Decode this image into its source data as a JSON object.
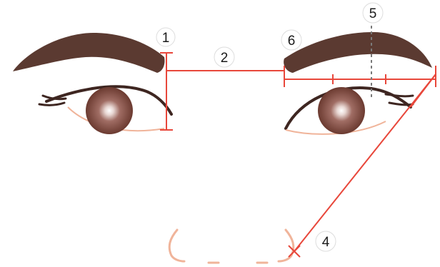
{
  "labels": {
    "one": "1",
    "two": "2",
    "four": "4",
    "five": "5",
    "six": "6"
  },
  "colors": {
    "brow": "#5b3a31",
    "iris_outer": "#6b3a30",
    "iris_mid": "#b98a84",
    "pupil_highlight": "#ffffff",
    "guide_line": "#e8473b",
    "dotted_line": "#7a7a7a",
    "skin_line": "#f0b49a",
    "label_text": "#1a1a1a",
    "background": "#ffffff"
  }
}
